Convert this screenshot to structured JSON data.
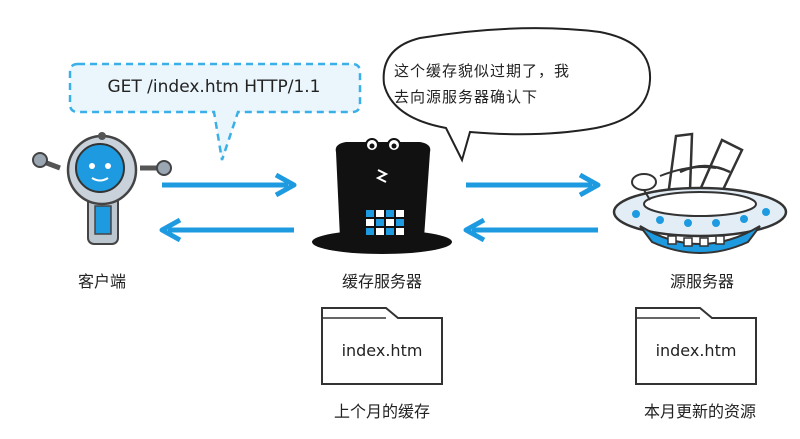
{
  "request_bubble": {
    "text": "GET /index.htm HTTP/1.1"
  },
  "speech_bubble": {
    "line1": "这个缓存貌似过期了，我",
    "line2": "去向源服务器确认下"
  },
  "nodes": {
    "client": {
      "label": "客户端"
    },
    "cache": {
      "label": "缓存服务器"
    },
    "origin": {
      "label": "源服务器"
    }
  },
  "documents": {
    "cache_doc": {
      "filename": "index.htm",
      "caption": "上个月的缓存"
    },
    "origin_doc": {
      "filename": "index.htm",
      "caption": "本月更新的资源"
    }
  },
  "colors": {
    "arrow": "#1e9be0",
    "dashed": "#3bb0e8",
    "bubble_fill": "#eaf6fc"
  }
}
